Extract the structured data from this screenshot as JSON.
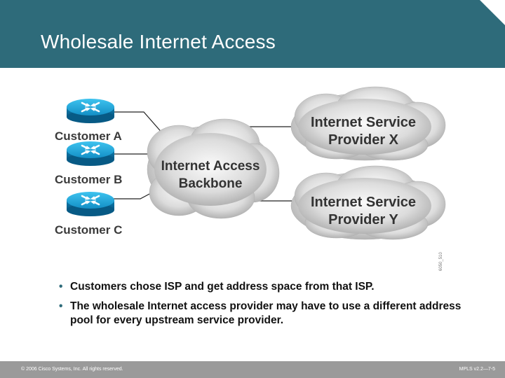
{
  "slide": {
    "title": "Wholesale Internet Access",
    "header_color": "#2e6b7a"
  },
  "diagram": {
    "customers": [
      "Customer A",
      "Customer B",
      "Customer C"
    ],
    "backbone": [
      "Internet Access",
      "Backbone"
    ],
    "providers": [
      [
        "Internet Service",
        "Provider X"
      ],
      [
        "Internet Service",
        "Provider Y"
      ]
    ],
    "code": "6050_510",
    "router_icon": "router-icon",
    "cloud_icon": "cloud-icon"
  },
  "bullets": [
    "Customers chose ISP and get address space from that ISP.",
    "The wholesale Internet access provider may have to use a different address pool for every upstream service provider."
  ],
  "footer": {
    "left": "© 2006 Cisco Systems, Inc. All rights reserved.",
    "right": "MPLS v2.2—7-5"
  }
}
